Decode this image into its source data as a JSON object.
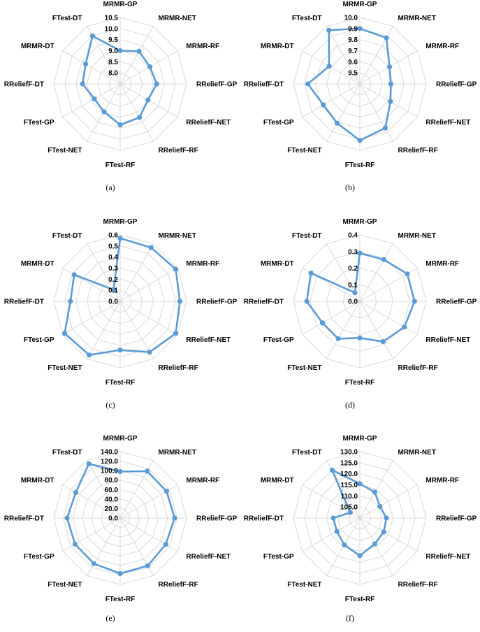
{
  "chart_data": [
    {
      "type": "radar",
      "caption": "(a)",
      "categories": [
        "MRMR-GP",
        "MRMR-NET",
        "MRMR-RF",
        "RReliefF-GP",
        "RReliefF-NET",
        "RReliefF-RF",
        "FTest-RF",
        "FTest-NET",
        "FTest-GP",
        "RReliefF-DT",
        "MRMR-DT",
        "FTest-DT"
      ],
      "ticks": [
        "8.0",
        "8.5",
        "9.0",
        "9.5",
        "10.0",
        "10.5"
      ],
      "range": [
        7.5,
        10.5
      ],
      "values": [
        9.0,
        9.2,
        9.05,
        9.15,
        8.95,
        9.25,
        9.35,
        8.95,
        8.85,
        9.2,
        9.3,
        10.0
      ],
      "series_color": "#5b9bd5",
      "grid": true
    },
    {
      "type": "radar",
      "caption": "(b)",
      "categories": [
        "MRMR-GP",
        "MRMR-NET",
        "MRMR-RF",
        "RReliefF-GP",
        "RReliefF-NET",
        "RReliefF-RF",
        "FTest-RF",
        "FTest-NET",
        "FTest-GP",
        "RReliefF-DT",
        "MRMR-DT",
        "FTest-DT"
      ],
      "ticks": [
        "9.5",
        "9.6",
        "9.7",
        "9.8",
        "9.9",
        "10.0"
      ],
      "range": [
        9.4,
        10.0
      ],
      "values": [
        9.9,
        9.88,
        9.71,
        9.68,
        9.72,
        9.86,
        9.91,
        9.81,
        9.78,
        9.87,
        9.72,
        9.96
      ],
      "series_color": "#5b9bd5",
      "grid": true
    },
    {
      "type": "radar",
      "caption": "(c)",
      "categories": [
        "MRMR-GP",
        "MRMR-NET",
        "MRMR-RF",
        "RReliefF-GP",
        "RReliefF-NET",
        "RReliefF-RF",
        "FTest-RF",
        "FTest-NET",
        "FTest-GP",
        "RReliefF-DT",
        "MRMR-DT",
        "FTest-DT"
      ],
      "ticks": [
        "0.0",
        "0.1",
        "0.2",
        "0.3",
        "0.4",
        "0.5",
        "0.6"
      ],
      "range": [
        0.0,
        0.6
      ],
      "values": [
        0.57,
        0.56,
        0.58,
        0.54,
        0.58,
        0.53,
        0.44,
        0.56,
        0.58,
        0.45,
        0.48,
        0.12
      ],
      "series_color": "#5b9bd5",
      "grid": true
    },
    {
      "type": "radar",
      "caption": "(d)",
      "categories": [
        "MRMR-GP",
        "MRMR-NET",
        "MRMR-RF",
        "RReliefF-GP",
        "RReliefF-NET",
        "RReliefF-RF",
        "FTest-RF",
        "FTest-NET",
        "FTest-GP",
        "RReliefF-DT",
        "MRMR-DT",
        "FTest-DT"
      ],
      "ticks": [
        "0.0",
        "0.1",
        "0.2",
        "0.3",
        "0.4"
      ],
      "range": [
        0.0,
        0.4
      ],
      "values": [
        0.29,
        0.29,
        0.33,
        0.33,
        0.31,
        0.28,
        0.22,
        0.26,
        0.26,
        0.32,
        0.34,
        0.06
      ],
      "series_color": "#5b9bd5",
      "grid": true
    },
    {
      "type": "radar",
      "caption": "(e)",
      "categories": [
        "MRMR-GP",
        "MRMR-NET",
        "MRMR-RF",
        "RReliefF-GP",
        "RReliefF-NET",
        "RReliefF-RF",
        "FTest-RF",
        "FTest-NET",
        "FTest-GP",
        "RReliefF-DT",
        "MRMR-DT",
        "FTest-DT"
      ],
      "ticks": [
        "0.0",
        "20.0",
        "40.0",
        "60.0",
        "80.0",
        "100.0",
        "120.0",
        "140.0"
      ],
      "range": [
        0.0,
        140.0
      ],
      "values": [
        98,
        114,
        113,
        115,
        111,
        116,
        117,
        111,
        110,
        112,
        108,
        132
      ],
      "series_color": "#5b9bd5",
      "grid": true
    },
    {
      "type": "radar",
      "caption": "(f)",
      "categories": [
        "MRMR-GP",
        "MRMR-NET",
        "MRMR-RF",
        "RReliefF-GP",
        "RReliefF-NET",
        "RReliefF-RF",
        "FTest-RF",
        "FTest-NET",
        "FTest-GP",
        "RReliefF-DT",
        "MRMR-DT",
        "FTest-DT"
      ],
      "ticks": [
        "105.0",
        "110.0",
        "115.0",
        "120.0",
        "125.0",
        "130.0"
      ],
      "range": [
        100.0,
        130.0
      ],
      "values": [
        115.5,
        113.5,
        110.5,
        112.0,
        112.5,
        113.5,
        117.0,
        114.0,
        112.0,
        112.0,
        105.0,
        125.0
      ],
      "series_color": "#5b9bd5",
      "grid": true
    }
  ]
}
